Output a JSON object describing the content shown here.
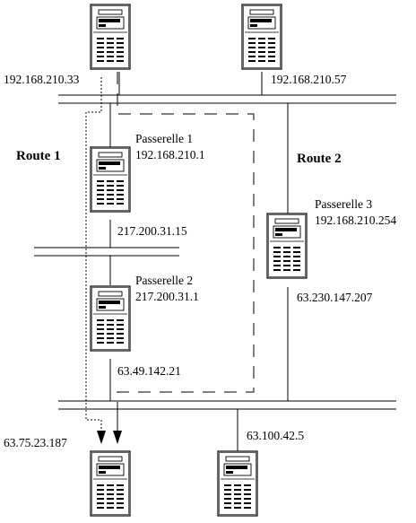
{
  "routes": {
    "route1": "Route 1",
    "route2": "Route 2"
  },
  "hosts": {
    "top_left": {
      "ip": "192.168.210.33"
    },
    "top_right": {
      "ip": "192.168.210.57"
    },
    "bottom_left": {
      "ip": "63.75.23.187"
    },
    "bottom_right": {
      "ip": "63.100.42.5"
    }
  },
  "gateways": {
    "g1": {
      "name": "Passerelle 1",
      "ip_top": "192.168.210.1",
      "ip_bottom": "217.200.31.15"
    },
    "g2": {
      "name": "Passerelle 2",
      "ip_top": "217.200.31.1",
      "ip_bottom": "63.49.142.21"
    },
    "g3": {
      "name": "Passerelle 3",
      "ip_top": "192.168.210.254",
      "ip_bottom": "63.230.147.207"
    }
  },
  "icon": "computer-tower-icon"
}
